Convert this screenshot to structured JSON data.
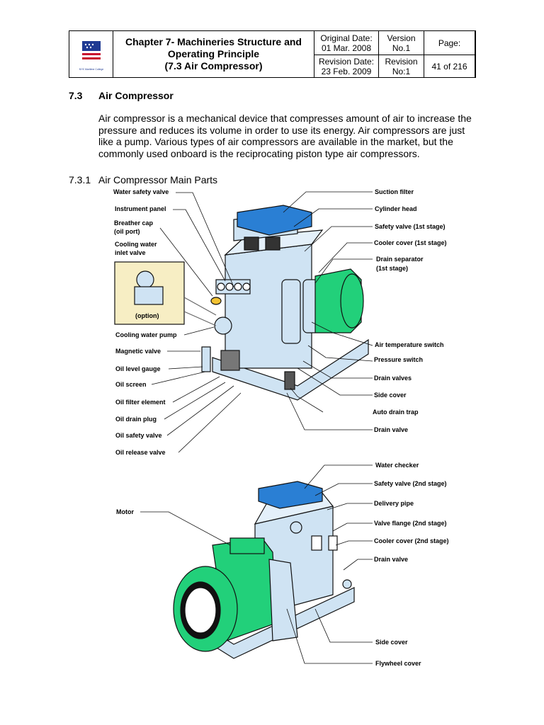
{
  "header": {
    "logo_caption": "NYK Maritime College",
    "title_lines": [
      "Chapter 7- Machineries Structure and",
      "Operating Principle",
      "(7.3 Air Compressor)"
    ],
    "original_date_label": "Original Date:",
    "original_date": "01 Mar. 2008",
    "revision_date_label": "Revision Date:",
    "revision_date": "23 Feb. 2009",
    "version_label": "Version",
    "version": "No.1",
    "revision_label": "Revision",
    "revision": "No:1",
    "page_label": "Page:",
    "page": "41 of 216"
  },
  "section": {
    "number": "7.3",
    "title": "Air Compressor",
    "paragraph": "Air compressor is a mechanical device that compresses amount of air to increase the pressure and reduces its volume in order to use its energy. Air compressors are just like a pump. Various types of air compressors are available in the market, but the commonly used onboard is the reciprocating piston type air compressors."
  },
  "subsection": {
    "number": "7.3.1",
    "title": "Air Compressor Main Parts"
  },
  "diagram1": {
    "left_labels": {
      "water_safety_valve": "Water safety valve",
      "instrument_panel": "Instrument panel",
      "breather_cap": "Breather cap",
      "oil_port": "(oil port)",
      "cooling_water": "Cooling water",
      "inlet_valve": "inlet valve",
      "option": "(option)",
      "cooling_water_pump": "Cooling water pump",
      "magnetic_valve": "Magnetic valve",
      "oil_level_gauge": "Oil level gauge",
      "oil_screen": "Oil screen",
      "oil_filter_element": "Oil filter element",
      "oil_drain_plug": "Oil drain plug",
      "oil_safety_valve": "Oil safety valve",
      "oil_release_valve": "Oil release valve"
    },
    "right_labels": {
      "suction_filter": "Suction filter",
      "cylinder_head": "Cylinder head",
      "safety_valve_1st": "Safety valve (1st stage)",
      "cooler_cover_1st": "Cooler cover (1st stage)",
      "drain_separator": "Drain separator",
      "first_stage": "(1st stage)",
      "air_temperature_switch": "Air temperature switch",
      "pressure_switch": "Pressure switch",
      "drain_valves": "Drain valves",
      "side_cover": "Side cover",
      "auto_drain_trap": "Auto drain trap",
      "drain_valve": "Drain valve"
    }
  },
  "diagram2": {
    "motor": "Motor",
    "water_checker": "Water checker",
    "safety_valve_2nd": "Safety valve (2nd stage)",
    "delivery_pipe": "Delivery pipe",
    "valve_flange_2nd": "Valve flange (2nd stage)",
    "cooler_cover_2nd": "Cooler cover (2nd stage)",
    "drain_valve": "Drain valve",
    "side_cover": "Side cover",
    "flywheel_cover": "Flywheel cover"
  },
  "colors": {
    "body_blue": "#cfe3f3",
    "motor_green": "#22d07a",
    "valve_blue": "#2a7fd4",
    "outline": "#111111",
    "logo_blue": "#1f3a93",
    "logo_red": "#c8102e"
  }
}
